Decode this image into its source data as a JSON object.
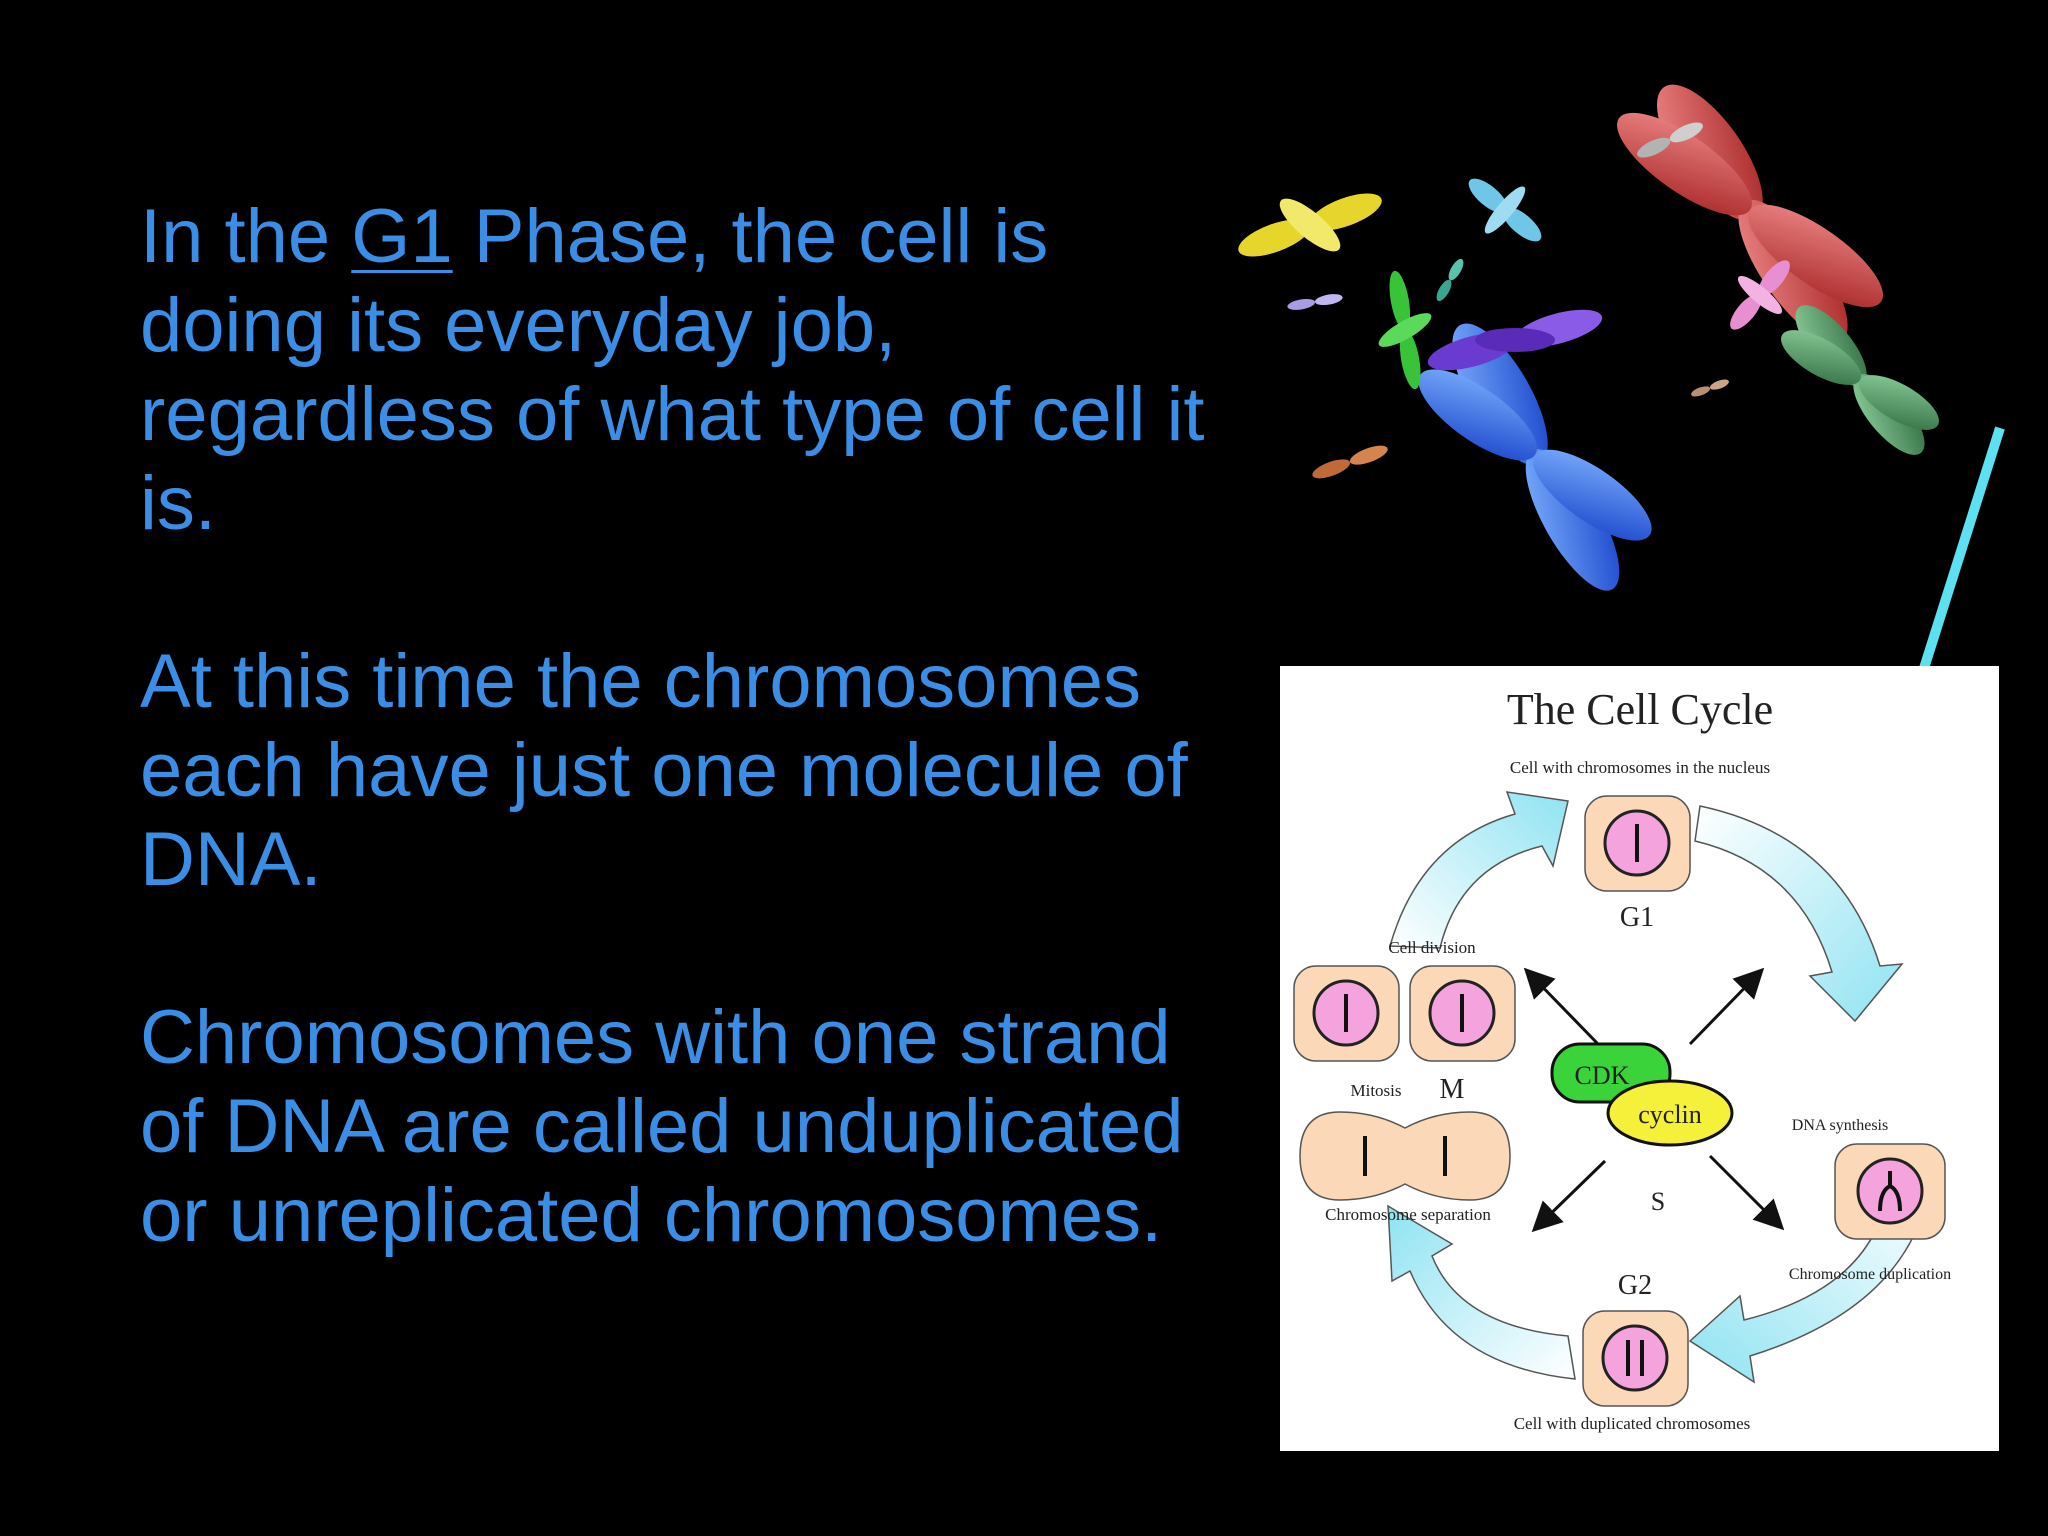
{
  "text": {
    "p1_pre": "In the ",
    "p1_term": "G1",
    "p1_post": " Phase, the cell is doing its everyday job, regardless of what type of cell it is.",
    "p2": "At this time the chromosomes each have just one molecule of DNA.",
    "p3": "Chromosomes with one strand of DNA are called unduplicated or unreplicated chromosomes."
  },
  "diagram": {
    "title": "The Cell Cycle",
    "subtitle": "Cell with chromosomes in the nucleus",
    "g1": "G1",
    "dna_synthesis": "DNA synthesis",
    "s": "S",
    "chromosome_duplication": "Chromosome duplication",
    "g2": "G2",
    "duplicated": "Cell with duplicated chromosomes",
    "cell_division": "Cell division",
    "mitosis": "Mitosis",
    "m": "M",
    "separation": "Chromosome separation",
    "cdk": "CDK",
    "cyclin": "cyclin"
  },
  "colors": {
    "text": "#3a8ee6",
    "arrow": "#5ce1f0",
    "cycle_arrow": "#8fe3f2",
    "cell_fill": "#fbd9b8",
    "nucleus_fill": "#f5a3dc",
    "cdk_fill": "#3ad33a",
    "cyclin_fill": "#f5f03a"
  }
}
